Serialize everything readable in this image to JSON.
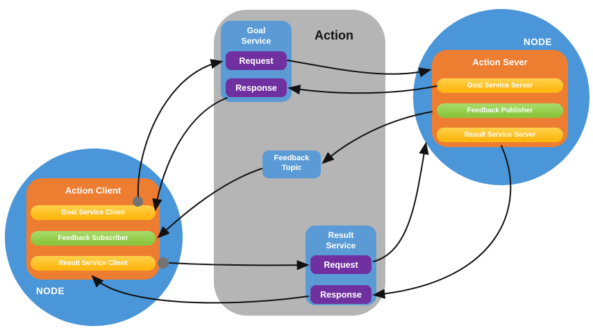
{
  "action_group": {
    "title": "Action",
    "goal_service": {
      "title": "Goal Service",
      "request_label": "Request",
      "response_label": "Response"
    },
    "feedback_topic": {
      "title": "Feedback Topic"
    },
    "result_service": {
      "title": "Result Service",
      "request_label": "Request",
      "response_label": "Response"
    }
  },
  "server_node": {
    "node_label": "NODE",
    "title": "Action Sever",
    "items": [
      {
        "label": "Goal Service Server",
        "kind": "service"
      },
      {
        "label": "Feedback Publisher",
        "kind": "publisher"
      },
      {
        "label": "Result Service Server",
        "kind": "service"
      }
    ]
  },
  "client_node": {
    "node_label": "NODE",
    "title": "Action Client",
    "items": [
      {
        "label": "Goal Service Client",
        "kind": "service"
      },
      {
        "label": "Feedback Subscriber",
        "kind": "subscriber"
      },
      {
        "label": "Result Service Client",
        "kind": "service"
      }
    ]
  },
  "colors": {
    "container_gray": "#b5b5b5",
    "node_blue": "#4a96d8",
    "service_blue": "#5b9bd5",
    "button_purple": "#7030a0",
    "server_orange": "#ed7d31",
    "pill_yellow": "#fdb813",
    "pill_green": "#8cc63f",
    "connector_black": "#111111",
    "dot_gray": "#737373"
  }
}
